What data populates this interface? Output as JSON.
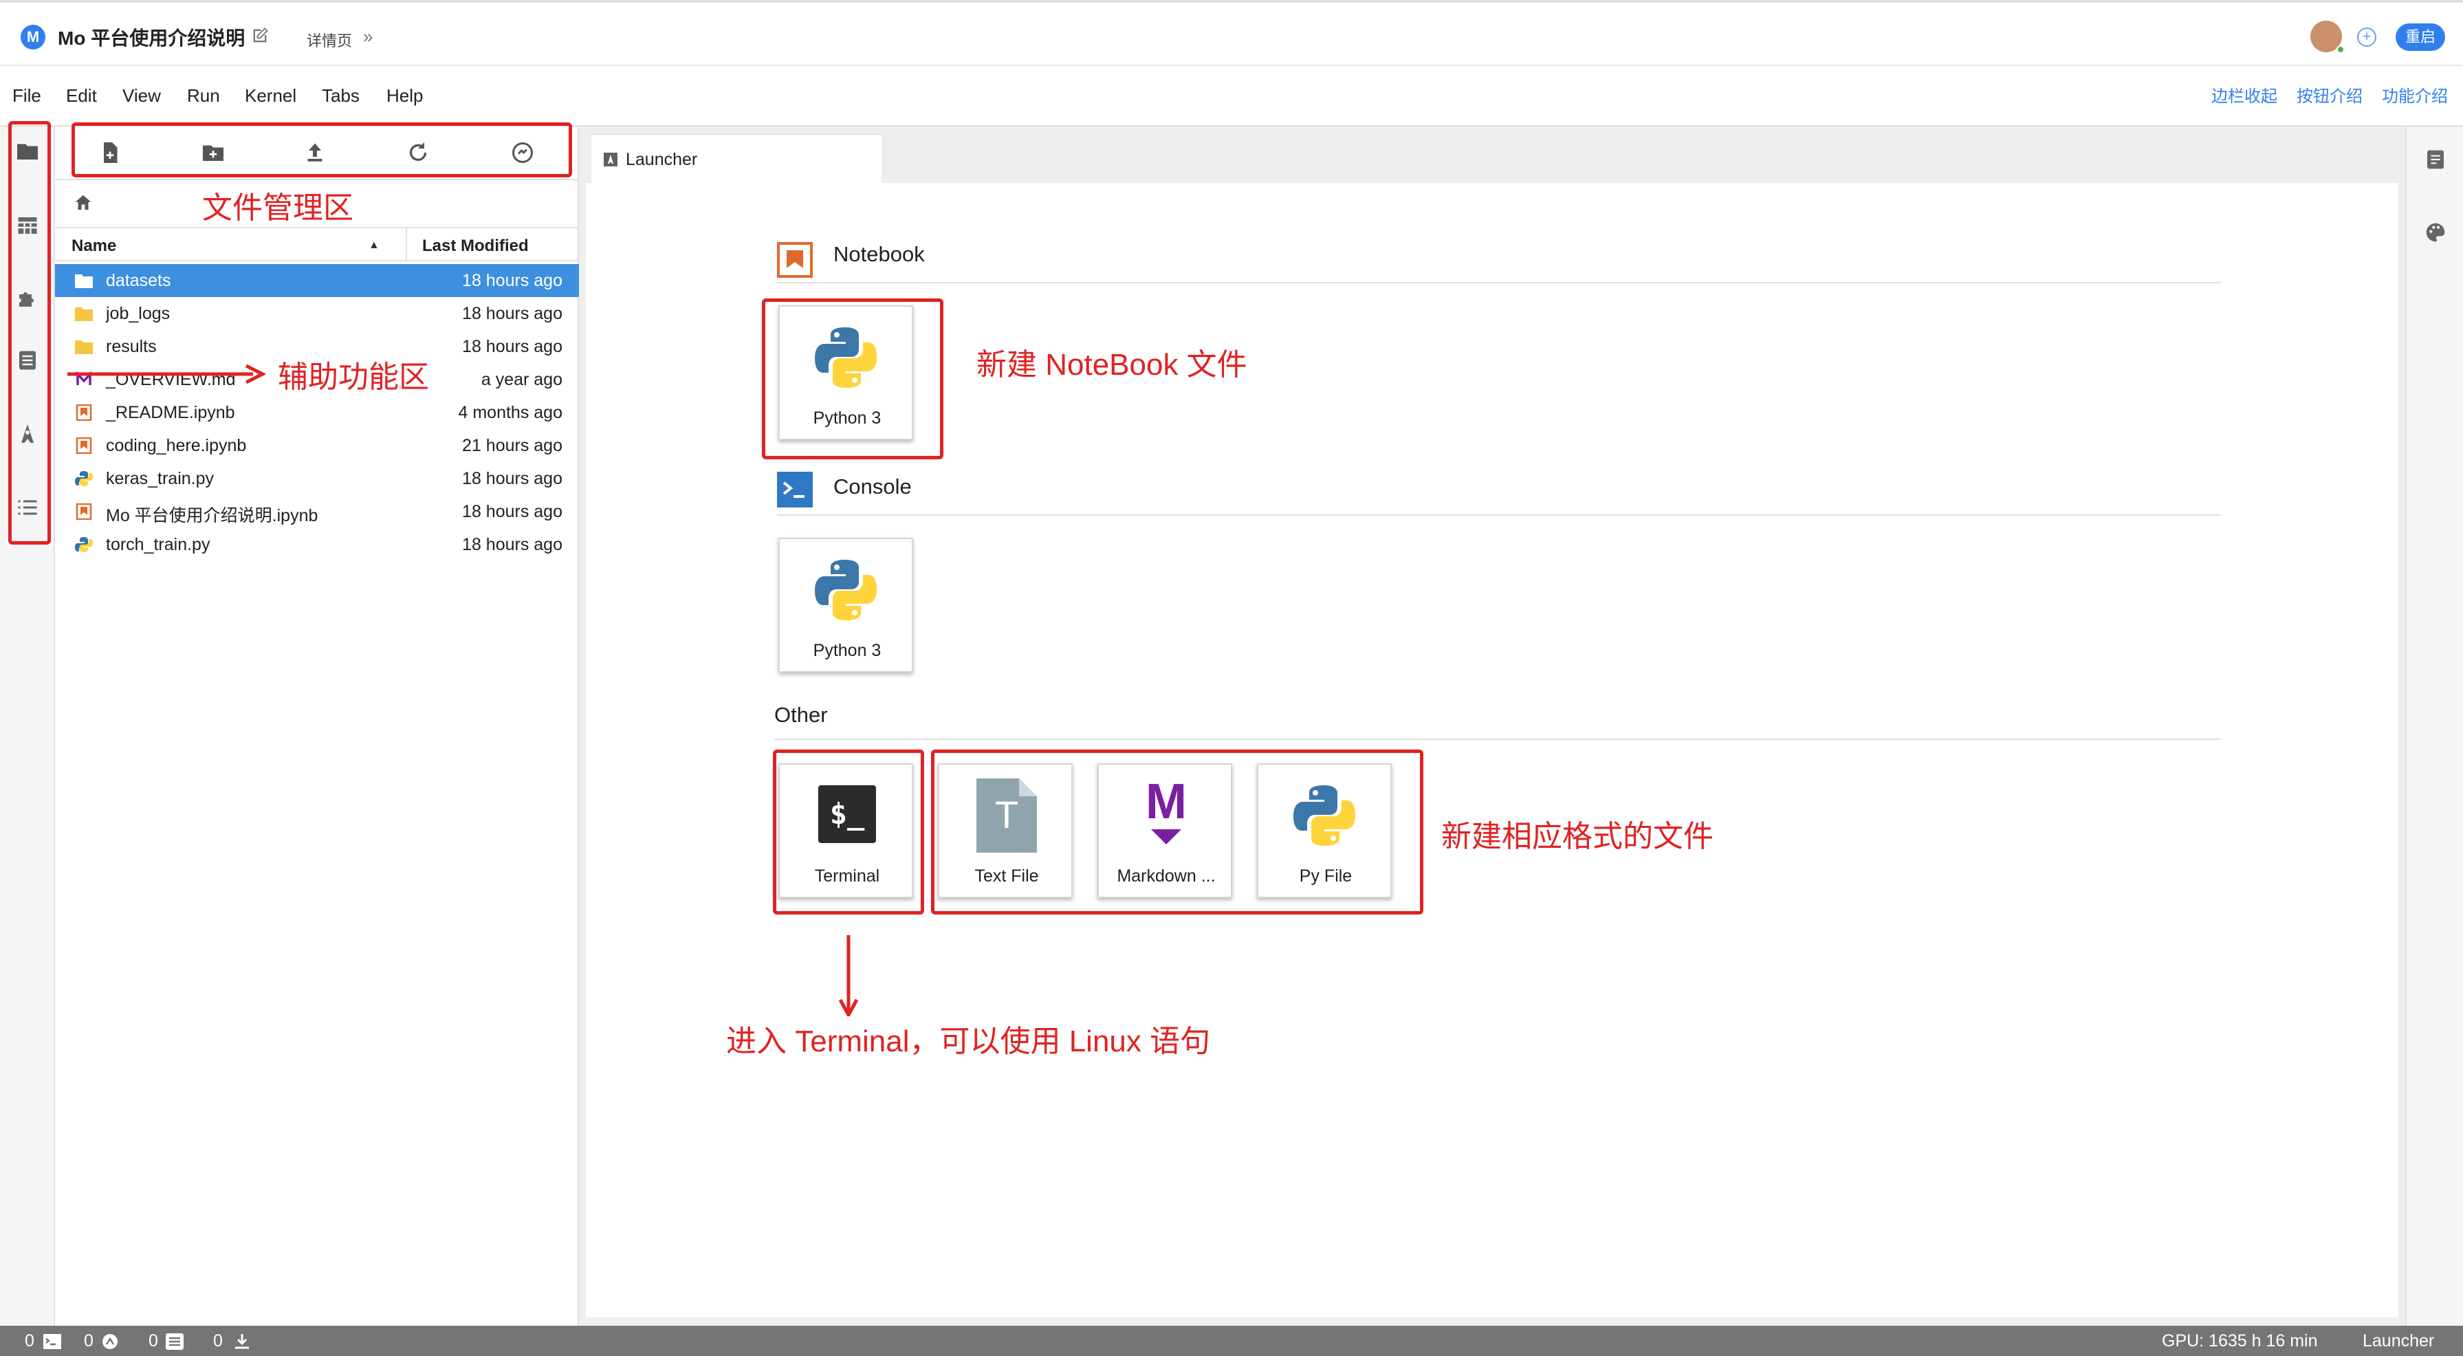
{
  "header": {
    "logo_letter": "M",
    "title": "Mo 平台使用介绍说明",
    "detail_link": "详情页",
    "detail_chevron": "»",
    "add_symbol": "+",
    "restart_button": "重启"
  },
  "menubar": {
    "items": [
      "File",
      "Edit",
      "View",
      "Run",
      "Kernel",
      "Tabs",
      "Help"
    ],
    "right_links": [
      "边栏收起",
      "按钮介绍",
      "功能介绍"
    ]
  },
  "file_browser": {
    "columns": {
      "name": "Name",
      "sort_indicator": "▲",
      "modified": "Last Modified"
    },
    "files": [
      {
        "name": "datasets",
        "modified": "18 hours ago",
        "icon": "folder-icon",
        "selected": true
      },
      {
        "name": "job_logs",
        "modified": "18 hours ago",
        "icon": "folder-icon",
        "selected": false
      },
      {
        "name": "results",
        "modified": "18 hours ago",
        "icon": "folder-icon",
        "selected": false
      },
      {
        "name": "_OVERVIEW.md",
        "modified": "a year ago",
        "icon": "markdown-icon",
        "selected": false
      },
      {
        "name": "_README.ipynb",
        "modified": "4 months ago",
        "icon": "notebook-icon",
        "selected": false
      },
      {
        "name": "coding_here.ipynb",
        "modified": "21 hours ago",
        "icon": "notebook-icon",
        "selected": false
      },
      {
        "name": "keras_train.py",
        "modified": "18 hours ago",
        "icon": "python-file-icon",
        "selected": false
      },
      {
        "name": "Mo 平台使用介绍说明.ipynb",
        "modified": "18 hours ago",
        "icon": "notebook-icon",
        "selected": false
      },
      {
        "name": "torch_train.py",
        "modified": "18 hours ago",
        "icon": "python-file-icon",
        "selected": false
      }
    ]
  },
  "launcher": {
    "tab_label": "Launcher",
    "sections": {
      "notebook": {
        "title": "Notebook",
        "cards": [
          "Python 3"
        ]
      },
      "console": {
        "title": "Console",
        "cards": [
          "Python 3"
        ]
      },
      "other": {
        "title": "Other",
        "cards": [
          "Terminal",
          "Text File",
          "Markdown ...",
          "Py File"
        ]
      }
    },
    "glyphs": {
      "terminal": "$_",
      "text_file": "T",
      "markdown": "M",
      "console": ">_"
    }
  },
  "status_bar": {
    "terminals": "0",
    "kernels": "0",
    "tabs_count": "0",
    "downloads": "0",
    "gpu": "GPU: 1635 h 16 min",
    "mode": "Launcher"
  },
  "annotations": {
    "file_manager": "文件管理区",
    "aux_functions": "辅助功能区",
    "new_notebook": "新建 NoteBook 文件",
    "new_format": "新建相应格式的文件",
    "terminal_hint": "进入 Terminal，可以使用 Linux 语句",
    "color": "#e02222"
  },
  "colors": {
    "accent": "#2f80ed",
    "selection": "#3d8fe0",
    "status_bar": "#757575",
    "notebook_orange": "#e06a2b",
    "console_blue": "#2f78c4"
  }
}
